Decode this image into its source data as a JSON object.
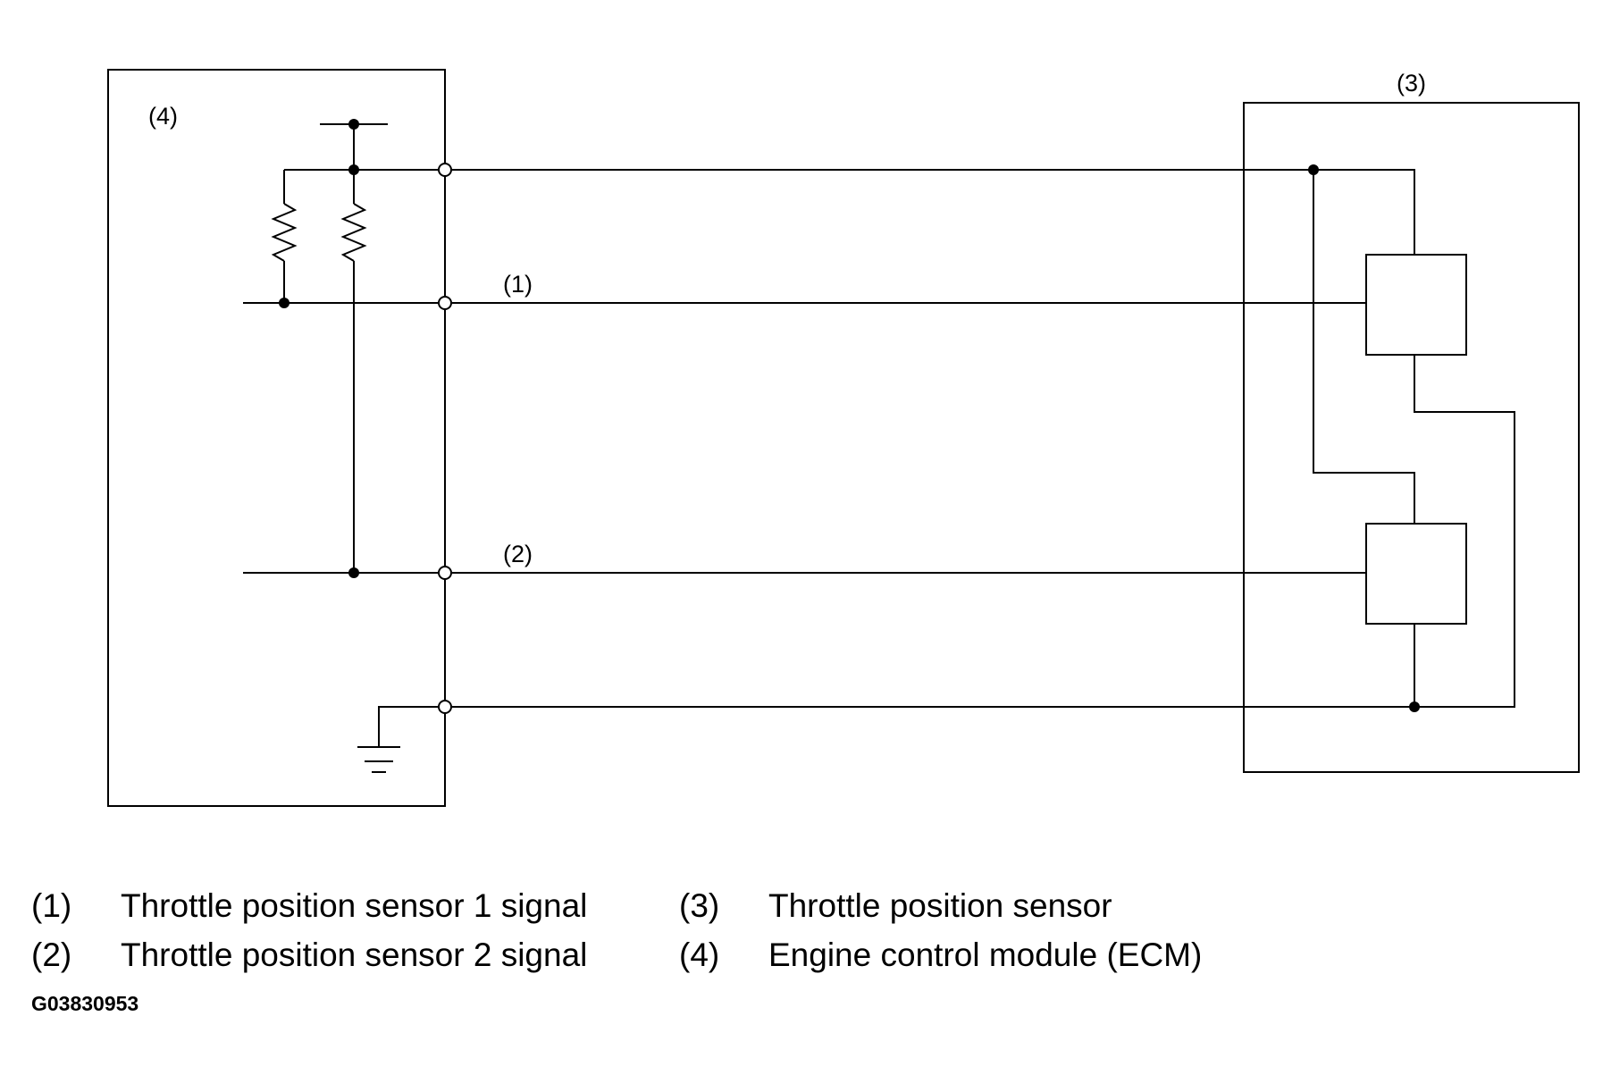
{
  "diagram": {
    "labels": {
      "ecm_box": "(4)",
      "sensor_box": "(3)",
      "signal1_wire": "(1)",
      "signal2_wire": "(2)"
    }
  },
  "legend": [
    {
      "num": "(1)",
      "text": "Throttle position sensor 1 signal"
    },
    {
      "num": "(2)",
      "text": "Throttle position sensor 2 signal"
    },
    {
      "num": "(3)",
      "text": "Throttle position sensor"
    },
    {
      "num": "(4)",
      "text": "Engine control module (ECM)"
    }
  ],
  "figure_code": "G03830953"
}
